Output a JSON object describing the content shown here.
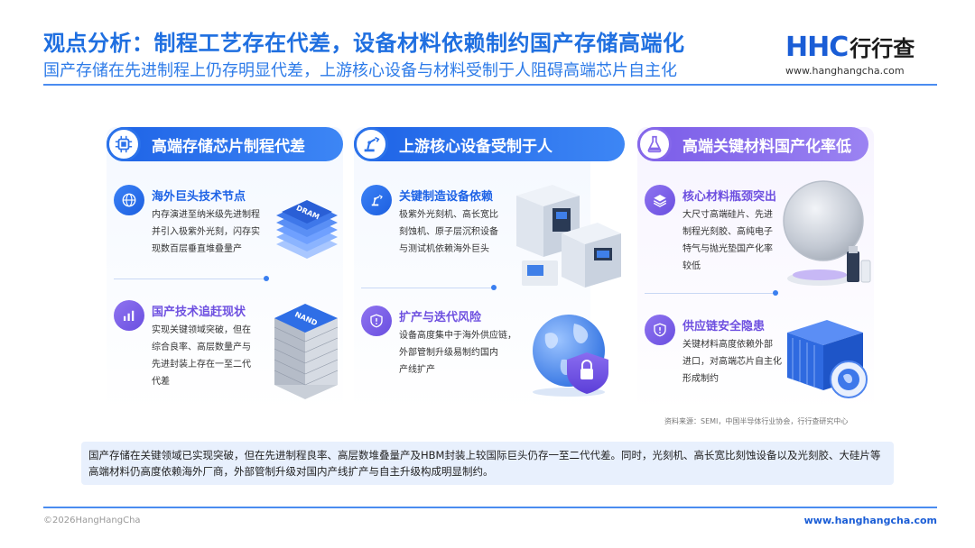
{
  "header": {
    "title": "观点分析：制程工艺存在代差，设备材料依赖制约国产存储高端化",
    "subtitle": "国产存储在先进制程上仍存明显代差，上游核心设备与材料受制于人阻碍高端芯片自主化",
    "logo_mark": "HHC",
    "logo_cn": "行行查",
    "logo_url": "www.hanghangcha.com"
  },
  "columns": [
    {
      "title": "高端存储芯片制程代差",
      "theme": "blue",
      "items": [
        {
          "title": "海外巨头技术节点",
          "icon": "globe-icon",
          "lines": [
            "内存演进至纳米级先进制程",
            "并引入极紫外光刻，闪存实",
            "现数百层垂直堆叠量产"
          ]
        },
        {
          "title": "国产技术追赶现状",
          "icon": "bar-chart-icon",
          "lines": [
            "实现关键领域突破，但在",
            "综合良率、高层数量产与",
            "先进封装上存在一至二代",
            "代差"
          ]
        }
      ],
      "chip_labels": [
        "DRAM",
        "NAND"
      ]
    },
    {
      "title": "上游核心设备受制于人",
      "theme": "blue",
      "items": [
        {
          "title": "关键制造设备依赖",
          "icon": "robot-arm-icon",
          "lines": [
            "极紫外光刻机、高长宽比",
            "刻蚀机、原子层沉积设备",
            "与测试机依赖海外巨头"
          ]
        },
        {
          "title": "扩产与迭代风险",
          "icon": "shield-alert-icon",
          "lines": [
            "设备高度集中于海外供应链，",
            "外部管制升级易制约国内",
            "产线扩产"
          ]
        }
      ]
    },
    {
      "title": "高端关键材料国产化率低",
      "theme": "purple",
      "items": [
        {
          "title": "核心材料瓶颈突出",
          "icon": "layers-icon",
          "lines": [
            "大尺寸高端硅片、先进",
            "制程光刻胶、高纯电子",
            "特气与抛光垫国产化率",
            "较低"
          ]
        },
        {
          "title": "供应链安全隐患",
          "icon": "shield-alert-icon",
          "lines": [
            "关键材料高度依赖外部",
            "进口，对高端芯片自主化",
            "形成制约"
          ]
        }
      ]
    }
  ],
  "source": "资料来源：SEMI，中国半导体行业协会，行行查研究中心",
  "summary": "国产存储在关键领域已实现突破，但在先进制程良率、高层数堆叠量产及HBM封装上较国际巨头仍存一至二代代差。同时，光刻机、高长宽比刻蚀设备以及光刻胶、大硅片等高端材料仍高度依赖海外厂商，外部管制升级对国内产线扩产与自主升级构成明显制约。",
  "footer": {
    "copyright": "©2026HangHangCha",
    "url": "www.hanghangcha.com"
  },
  "colors": {
    "primary_blue": "#1e63e6",
    "accent_purple": "#7a5ce8",
    "summary_bg": "#e8f0fd"
  }
}
